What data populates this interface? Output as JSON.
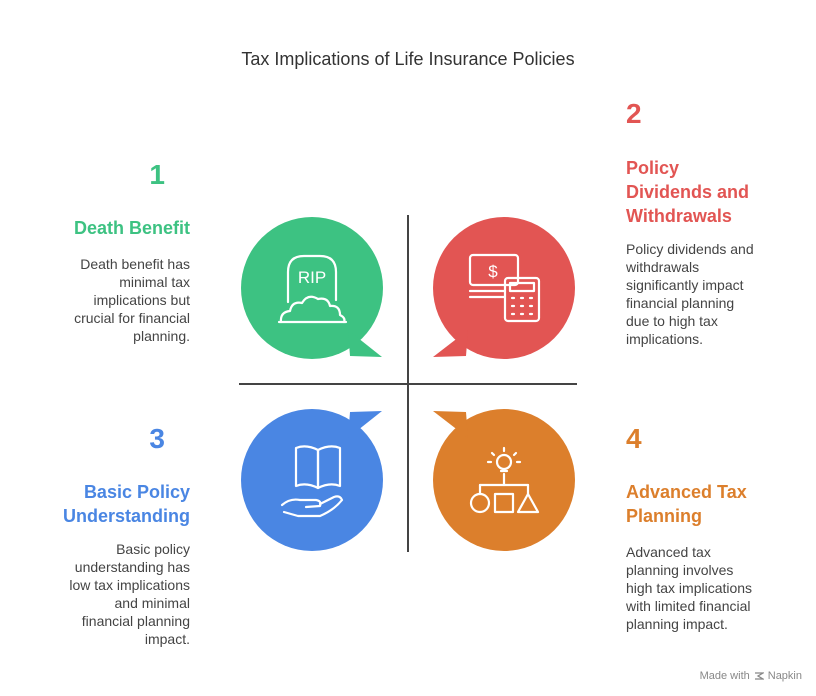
{
  "title": "Tax Implications of Life Insurance Policies",
  "quadrants": [
    {
      "number": "1",
      "heading_lines": [
        "Death Benefit"
      ],
      "description_lines": [
        "Death benefit has",
        "minimal tax",
        "implications but",
        "crucial for financial",
        "planning."
      ],
      "color": "#3dc282",
      "icon": "tombstone-icon",
      "icon_text": "RIP"
    },
    {
      "number": "2",
      "heading_lines": [
        "Policy",
        "Dividends and",
        "Withdrawals"
      ],
      "description_lines": [
        "Policy dividends and",
        "withdrawals",
        "significantly impact",
        "financial planning",
        "due to high tax",
        "implications."
      ],
      "color": "#e25553",
      "icon": "money-calculator-icon",
      "icon_text": "$"
    },
    {
      "number": "3",
      "heading_lines": [
        "Basic Policy",
        "Understanding"
      ],
      "description_lines": [
        "Basic policy",
        "understanding has",
        "low tax implications",
        "and minimal",
        "financial planning",
        "impact."
      ],
      "color": "#4a86e3",
      "icon": "book-in-hand-icon"
    },
    {
      "number": "4",
      "heading_lines": [
        "Advanced Tax",
        "Planning"
      ],
      "description_lines": [
        "Advanced tax",
        "planning involves",
        "high tax implications",
        "with limited financial",
        "planning impact."
      ],
      "color": "#dc7f2c",
      "icon": "lightbulb-shapes-icon"
    }
  ],
  "footer": {
    "made_with": "Made with",
    "brand": "Napkin"
  }
}
